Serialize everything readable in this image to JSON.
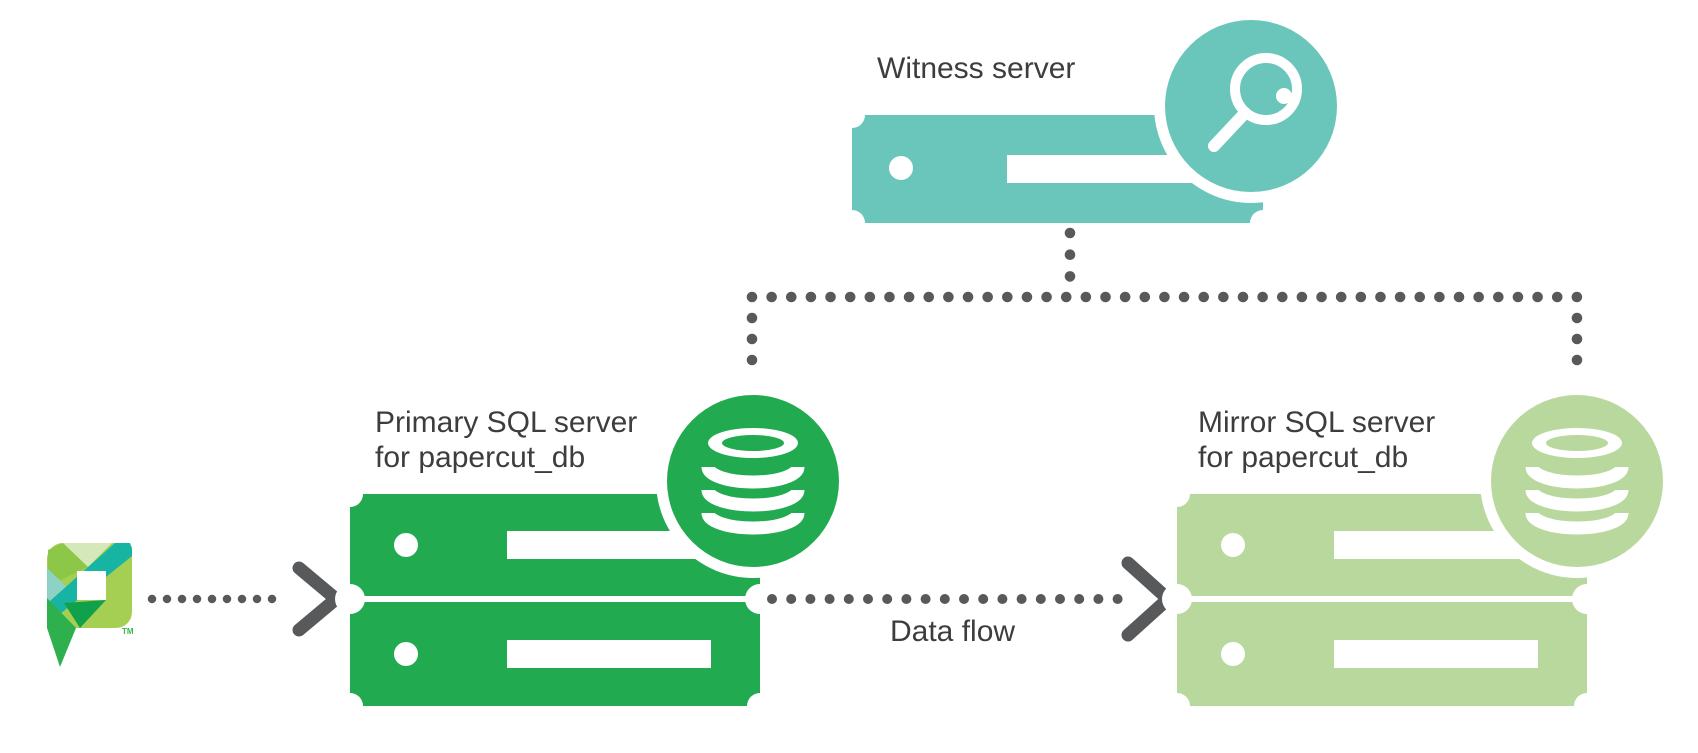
{
  "witness": {
    "label": "Witness server"
  },
  "primary": {
    "label_line1": "Primary SQL server",
    "label_line2": "for papercut_db"
  },
  "mirror": {
    "label_line1": "Mirror SQL server",
    "label_line2": "for papercut_db"
  },
  "flow": {
    "label": "Data flow"
  },
  "logo": {
    "trademark": "TM"
  },
  "colors": {
    "primary_green": "#22aa50",
    "mirror_green": "#b9d89e",
    "witness_teal": "#6ac6ba",
    "connector_gray": "#58595b",
    "label_text": "#3d3d3d",
    "logo_lime": "#a4cf52",
    "logo_pale_green": "#d5e8ba",
    "logo_mid_green": "#8cc747",
    "logo_teal": "#17b3a3",
    "logo_light_teal": "#8ed2c6",
    "logo_dark_green": "#12a14b",
    "logo_leaf_green": "#2eb04f",
    "logo_trademark_green": "#3db54a"
  },
  "icons": {
    "database": "database-cylinder",
    "magnifier": "magnifying-glass",
    "server": "server-rack",
    "logo": "papercut-leaf-p",
    "arrow": "dotted-arrow-right"
  }
}
